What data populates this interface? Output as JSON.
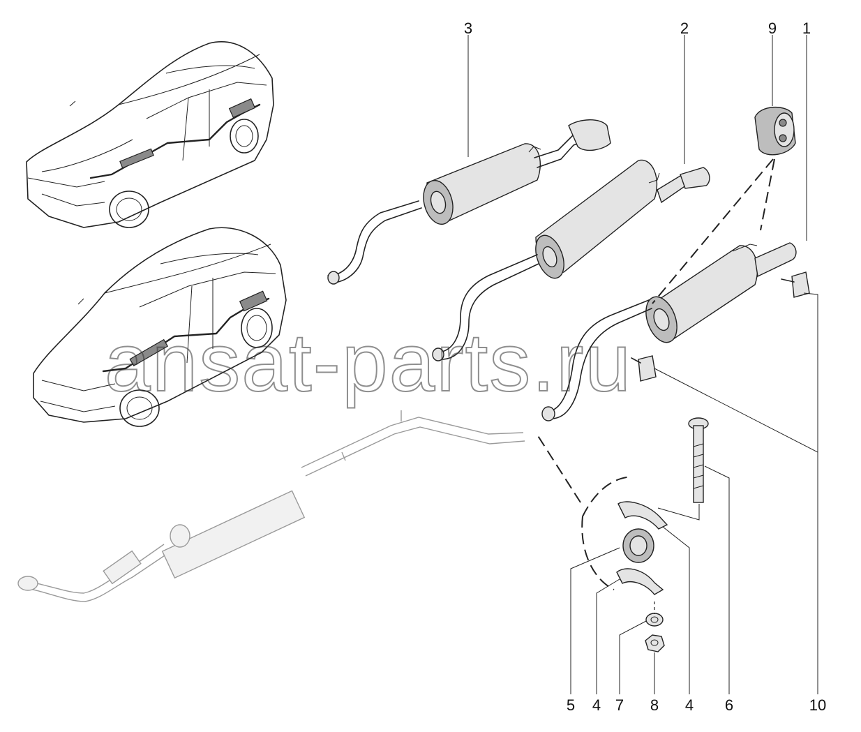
{
  "watermark": "ansat-parts.ru",
  "callouts": [
    {
      "id": "c3",
      "label": "3"
    },
    {
      "id": "c2",
      "label": "2"
    },
    {
      "id": "c9",
      "label": "9"
    },
    {
      "id": "c1",
      "label": "1"
    },
    {
      "id": "c5",
      "label": "5"
    },
    {
      "id": "c4a",
      "label": "4"
    },
    {
      "id": "c7",
      "label": "7"
    },
    {
      "id": "c8",
      "label": "8"
    },
    {
      "id": "c4b",
      "label": "4"
    },
    {
      "id": "c6",
      "label": "6"
    },
    {
      "id": "c10",
      "label": "10"
    }
  ]
}
